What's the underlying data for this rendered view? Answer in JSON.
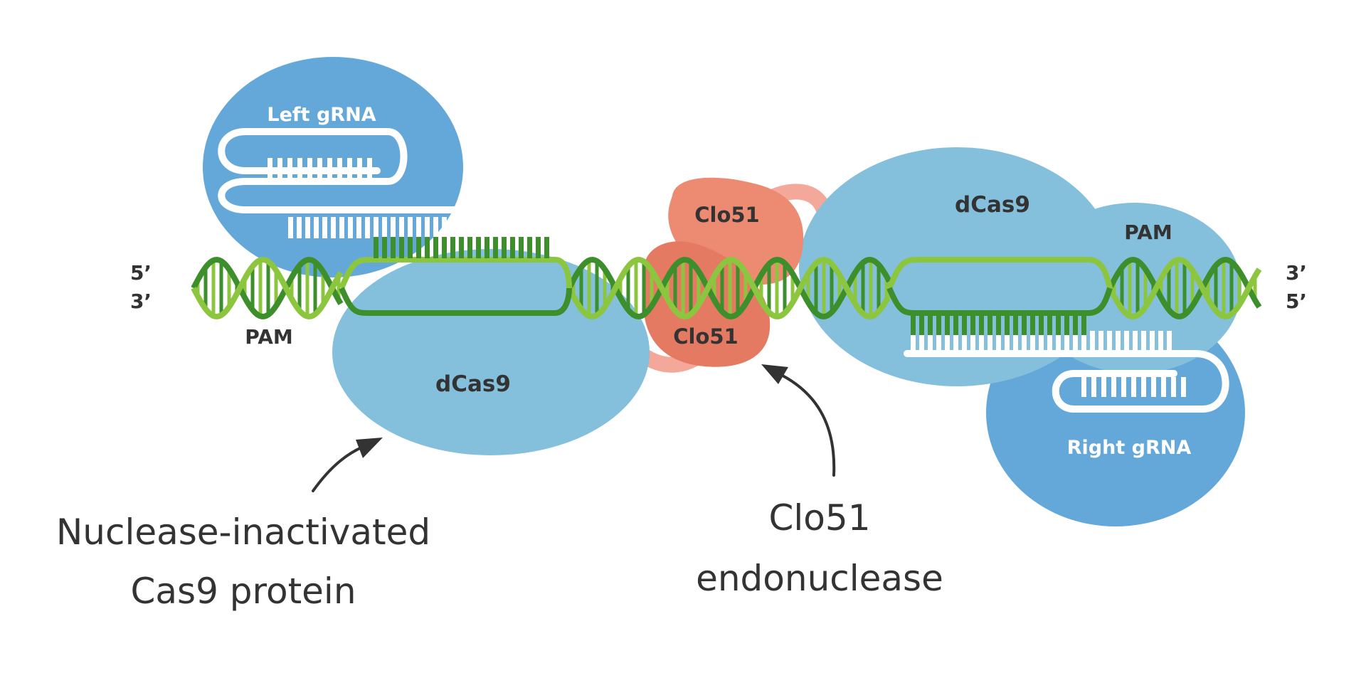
{
  "labels": {
    "left_grna": "Left gRNA",
    "right_grna": "Right gRNA",
    "dcas9_left": "dCas9",
    "dcas9_right": "dCas9",
    "pam_left": "PAM",
    "pam_right": "PAM",
    "clo51_top": "Clo51",
    "clo51_bottom": "Clo51",
    "end_5_left": "5’",
    "end_3_left": "3’",
    "end_3_right": "3’",
    "end_5_right": "5’"
  },
  "captions": {
    "cas9_line1": "Nuclease-inactivated",
    "cas9_line2": "Cas9 protein",
    "clo51_line1": "Clo51",
    "clo51_line2": "endonuclease"
  },
  "colors": {
    "grna_blob": "#64a8da",
    "dcas9_blob": "#84bfdc",
    "clo51": "#ec8a72",
    "clo51_dark": "#e57a63",
    "clo51_linker": "#f3a899",
    "dna_light": "#8cc63e",
    "dna_dark": "#3d8f2c",
    "rna": "#ffffff",
    "text_dark": "#333333"
  }
}
